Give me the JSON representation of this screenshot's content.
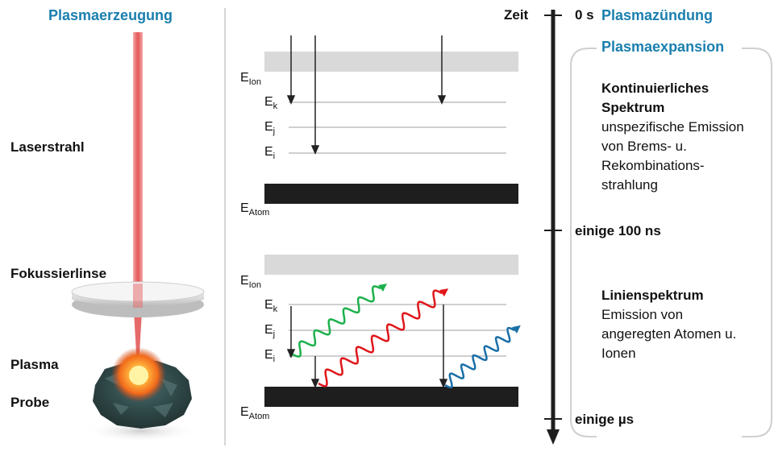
{
  "left": {
    "title": "Plasmaerzeugung",
    "laser": "Laserstrahl",
    "lens": "Fokussierlinse",
    "plasma": "Plasma",
    "sample": "Probe"
  },
  "levels": {
    "ion": "E",
    "ion_sub": "Ion",
    "k": "E",
    "k_sub": "k",
    "j": "E",
    "j_sub": "j",
    "i": "E",
    "i_sub": "i",
    "atom": "E",
    "atom_sub": "Atom"
  },
  "timeline": {
    "axis_label": "Zeit",
    "t0": "0 s",
    "t0_event": "Plasmazündung",
    "phase": "Plasmaexpansion",
    "t1": "einige 100 ns",
    "t2": "einige µs"
  },
  "continuum": {
    "title": "Kontinuierliches Spektrum",
    "body": "unspezifische Emission von Brems- u. Rekombinations- strahlung"
  },
  "lines": {
    "title": "Linienspektrum",
    "body": "Emission von angeregten Atomen u. Ionen"
  },
  "colors": {
    "accent": "#1a7fae",
    "green_wave": "#1db04c",
    "red_wave": "#e0161b",
    "blue_wave": "#1a6fa8",
    "ion_band": "#d9d9d9",
    "atom_band": "#1e1e1e"
  }
}
